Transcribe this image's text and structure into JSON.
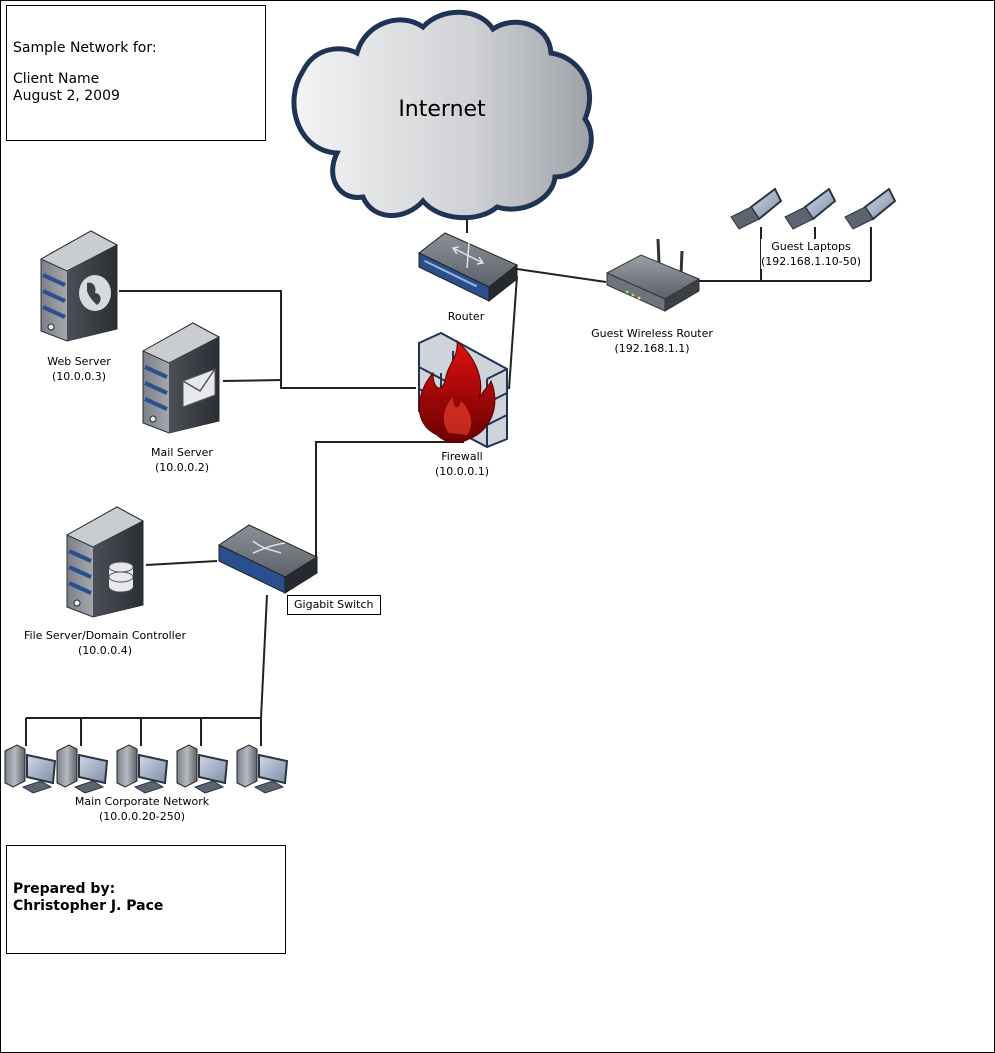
{
  "header_box": {
    "line1": "Sample Network for:",
    "line2": "Client Name",
    "line3": "August 2, 2009"
  },
  "prepared_box": {
    "line1": "Prepared by:",
    "line2": "Christopher J. Pace"
  },
  "internet": {
    "label": "Internet"
  },
  "router": {
    "label": "Router"
  },
  "firewall": {
    "label": "Firewall",
    "ip": "(10.0.0.1)"
  },
  "wireless_router": {
    "label": "Guest Wireless Router",
    "ip": "(192.168.1.1)"
  },
  "guest_laptops": {
    "label": "Guest Laptops",
    "ip": "(192.168.1.10-50)"
  },
  "web_server": {
    "label": "Web Server",
    "ip": "(10.0.0.3)"
  },
  "mail_server": {
    "label": "Mail Server",
    "ip": "(10.0.0.2)"
  },
  "file_server": {
    "label": "File Server/Domain Controller",
    "ip": "(10.0.0.4)"
  },
  "switch": {
    "label": "Gigabit Switch"
  },
  "corporate": {
    "label": "Main Corporate Network",
    "ip": "(10.0.0.20-250)"
  },
  "colors": {
    "line": "#222222",
    "device_dark": "#3a3f4a",
    "device_blue": "#2a4f8f",
    "cloud_fill": "#d4d6d9",
    "cloud_stroke": "#1f3354",
    "flame": "#b30000",
    "brick": "#d9dde4"
  }
}
